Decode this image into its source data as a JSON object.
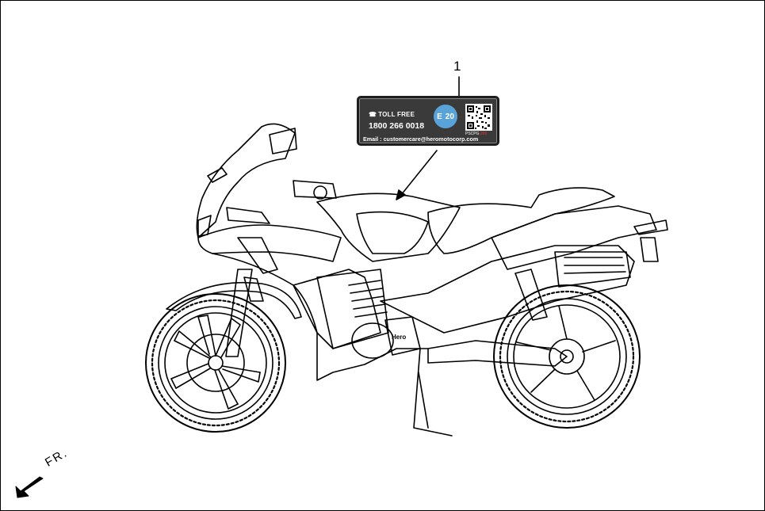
{
  "callout": {
    "number": "1"
  },
  "label": {
    "toll_free": "TOLL FREE",
    "phone": "1800 266 0018",
    "badge_letter": "E",
    "badge_number": "20",
    "qr_caption_left": "PSCPG",
    "qr_caption_right": "200",
    "email": "Email : customercare@heromotocorp.com",
    "badge_color": "#5aa3d8",
    "background_color": "#3a3a3a"
  },
  "engine_cover_text": "Hero",
  "direction": {
    "text": "FR.",
    "icon": "arrow-down-left-icon"
  }
}
